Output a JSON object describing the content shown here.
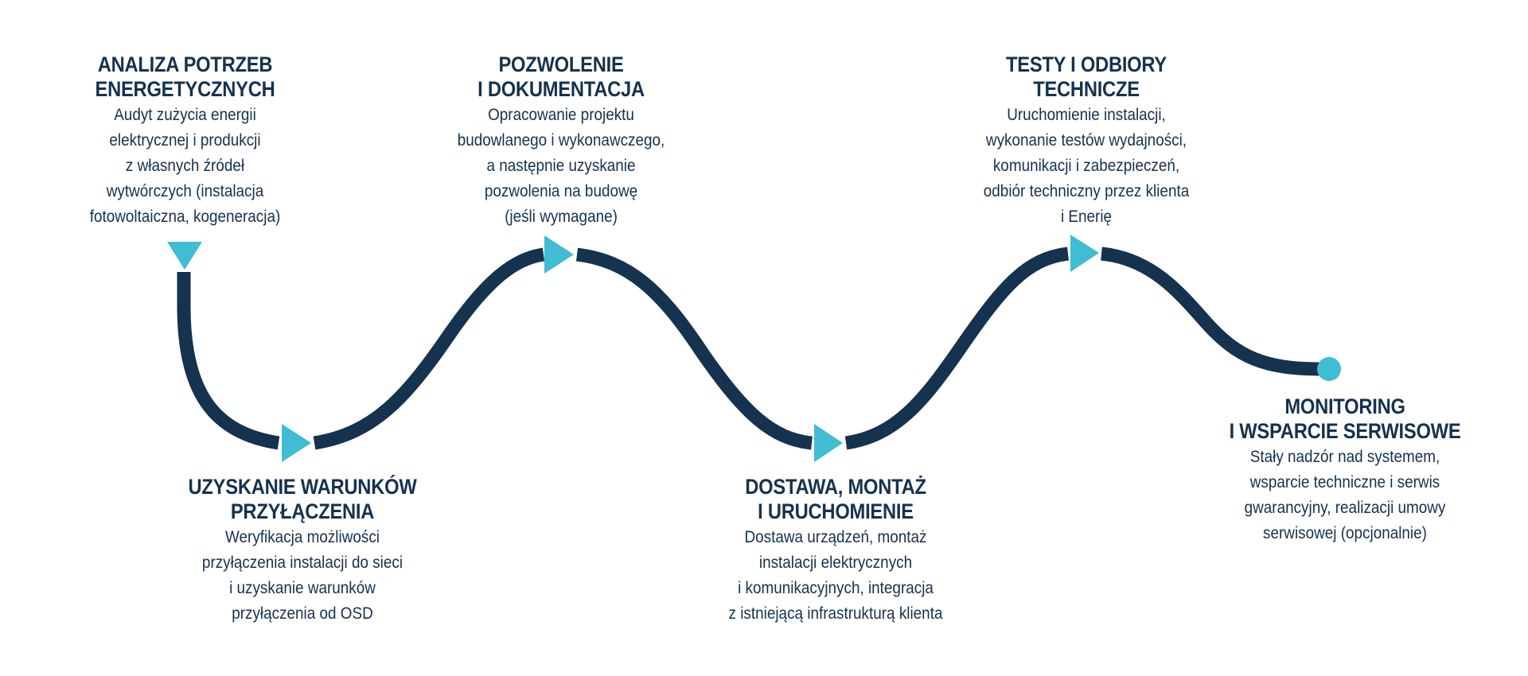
{
  "colors": {
    "path": "#15324f",
    "accent": "#40bcd3",
    "text": "#15324f",
    "background": "#ffffff"
  },
  "steps": [
    {
      "id": "analiza",
      "title": "ANALIZA POTRZEB\nENERGETYCZNYCH",
      "description": "Audyt zużycia energii\nelektrycznej i produkcji\nz własnych źródeł\nwytwórczych (instalacja\nfotowoltaiczna, kogeneracja)",
      "marker": "triangle-down-icon"
    },
    {
      "id": "warunki",
      "title": "UZYSKANIE WARUNKÓW\nPRZYŁĄCZENIA",
      "description": "Weryfikacja możliwości\nprzyłączenia instalacji do sieci\ni uzyskanie warunków\nprzyłączenia od OSD",
      "marker": "triangle-right-icon"
    },
    {
      "id": "pozwolenie",
      "title": "POZWOLENIE\nI DOKUMENTACJA",
      "description": "Opracowanie projektu\nbudowlanego i wykonawczego,\na następnie uzyskanie\npozwolenia na budowę\n(jeśli wymagane)",
      "marker": "triangle-right-icon"
    },
    {
      "id": "dostawa",
      "title": "DOSTAWA, MONTAŻ\nI URUCHOMIENIE",
      "description": "Dostawa urządzeń, montaż\ninstalacji elektrycznych\ni komunikacyjnych, integracja\nz istniejącą infrastrukturą klienta",
      "marker": "triangle-right-icon"
    },
    {
      "id": "testy",
      "title": "TESTY I ODBIORY\nTECHNICZE",
      "description": "Uruchomienie instalacji,\nwykonanie testów wydajności,\nkomunikacji i zabezpieczeń,\nodbiór techniczny przez klienta\ni Enerię",
      "marker": "triangle-right-icon"
    },
    {
      "id": "monitoring",
      "title": "MONITORING\nI WSPARCIE SERWISOWE",
      "description": "Stały nadzór nad systemem,\nwsparcie techniczne i serwis\ngwarancyjny, realizacji umowy\nserwisowej (opcjonalnie)",
      "marker": "circle-end-icon"
    }
  ]
}
